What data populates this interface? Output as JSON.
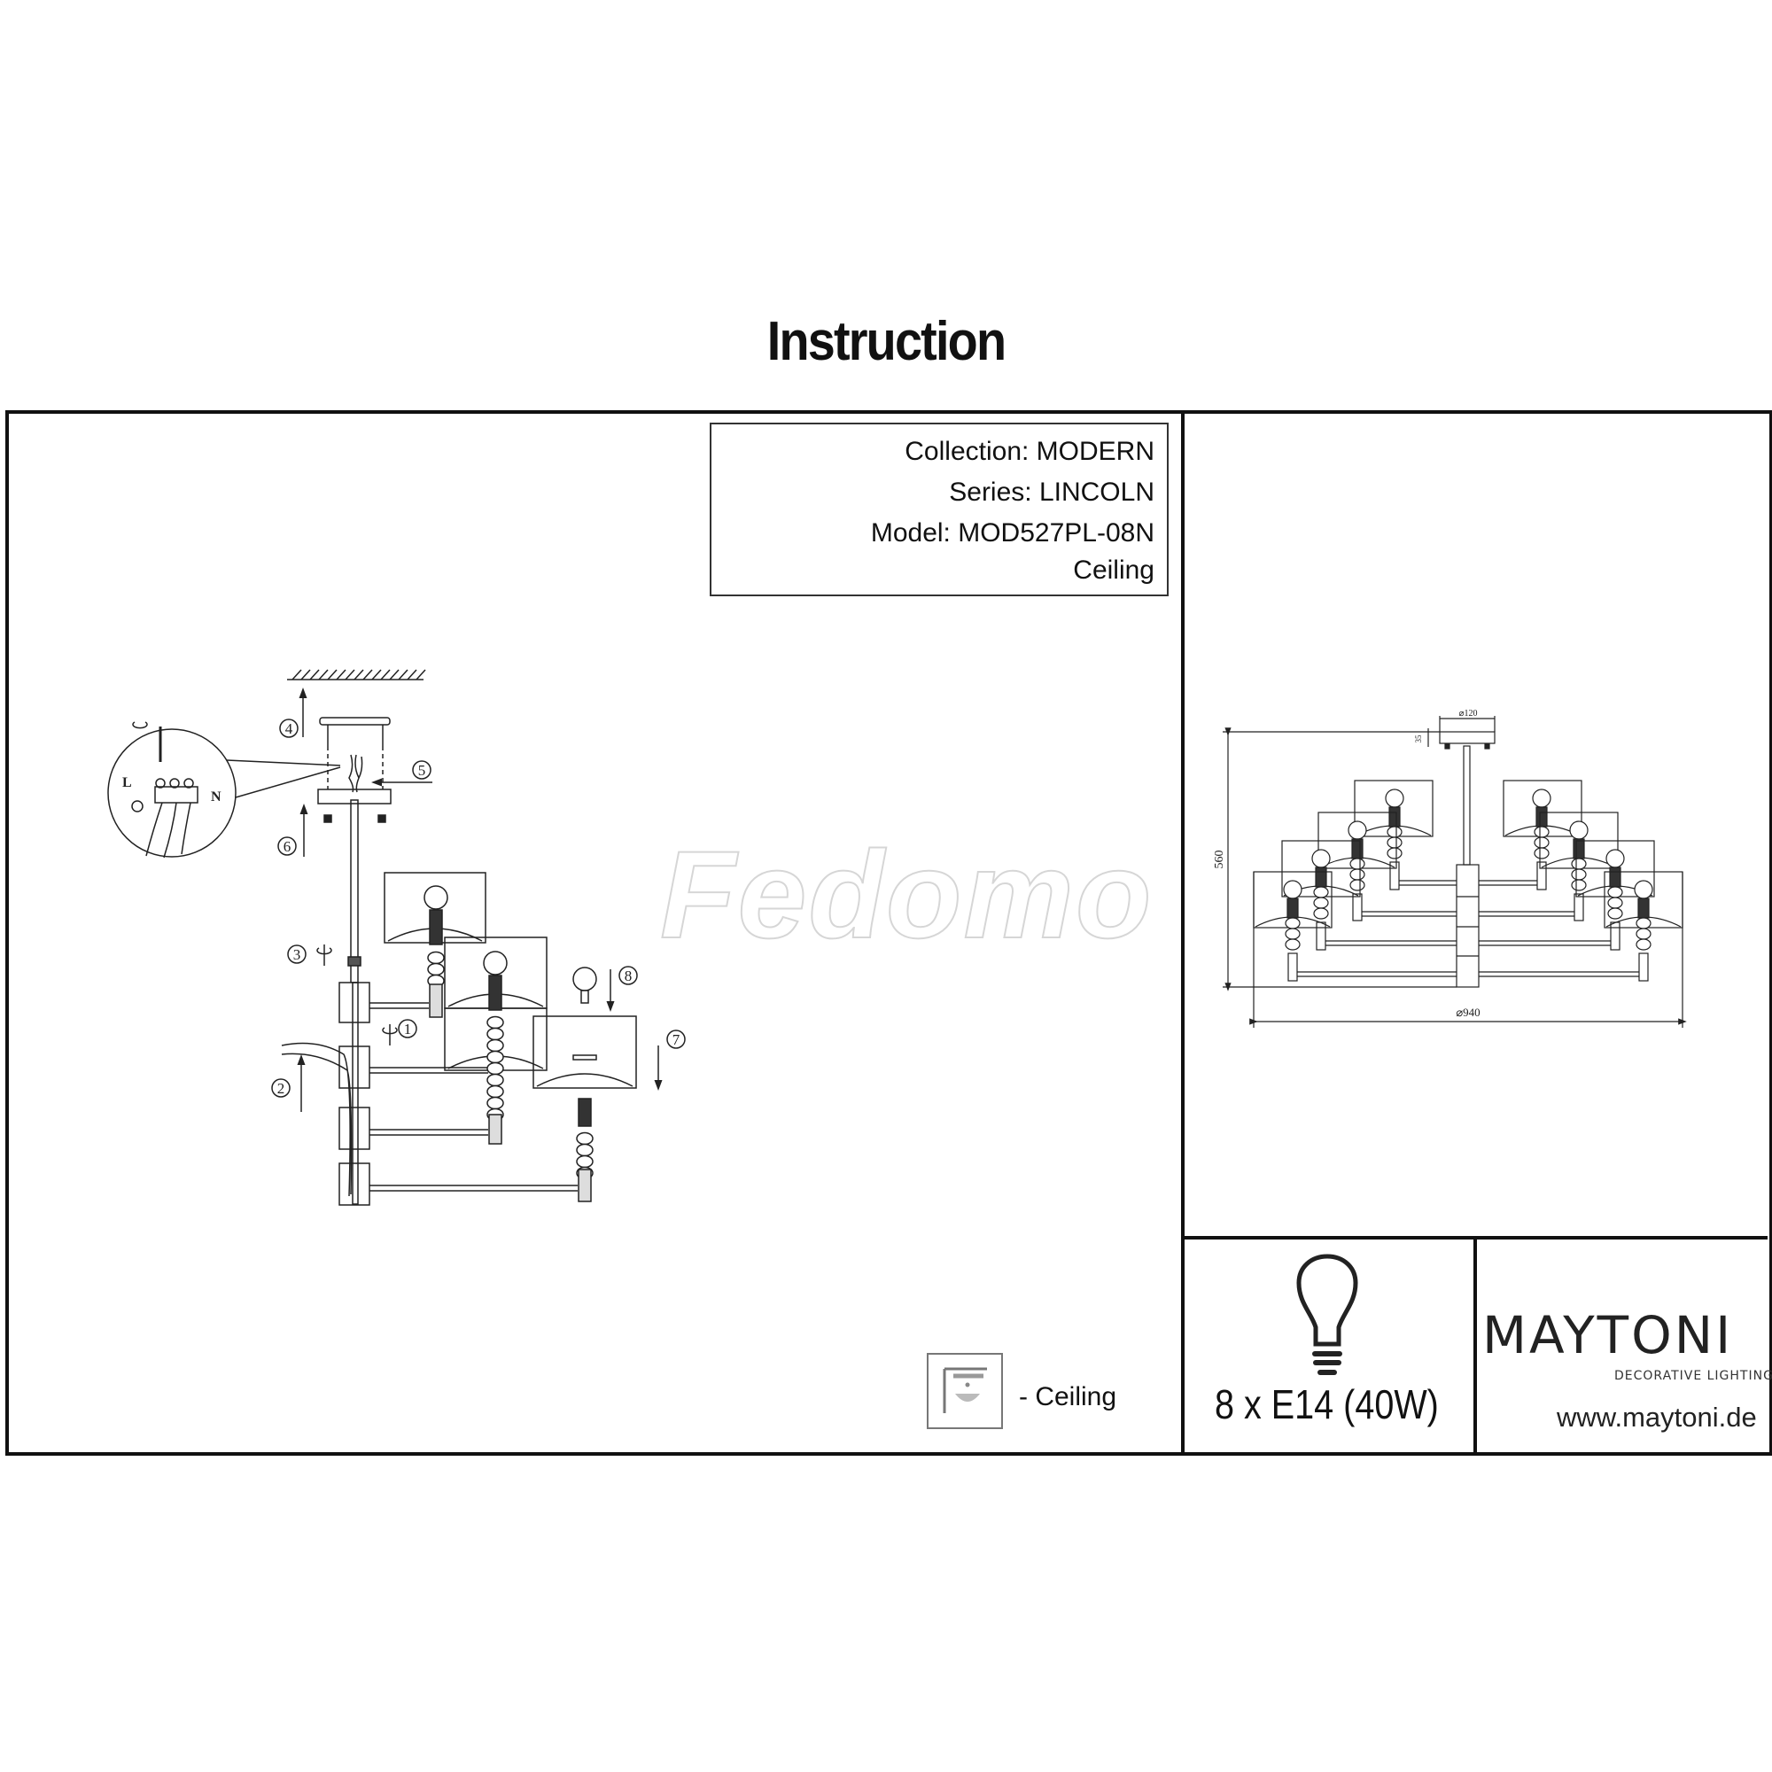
{
  "title": "Instruction",
  "info": {
    "collection": "Collection: MODERN",
    "series": "Series: LINCOLN",
    "model": "Model: MOD527PL-08N",
    "mount": "Ceiling"
  },
  "mount_legend": {
    "icon": "ceiling-mount-icon",
    "label": "- Ceiling"
  },
  "watermark": "Fedomo",
  "assembly": {
    "steps": [
      "1",
      "2",
      "3",
      "4",
      "5",
      "6",
      "7",
      "8"
    ],
    "wire_labels": {
      "live": "L",
      "neutral": "N"
    }
  },
  "dimensions": {
    "canopy_diameter": "⌀120",
    "canopy_height": "35",
    "height": "560",
    "diameter": "⌀940"
  },
  "spec": {
    "icon": "light-bulb-icon",
    "text": "8 x E14 (40W)"
  },
  "brand": {
    "name": "MAYTONI",
    "tagline": "DECORATIVE LIGHTING",
    "website": "www.maytoni.de"
  }
}
